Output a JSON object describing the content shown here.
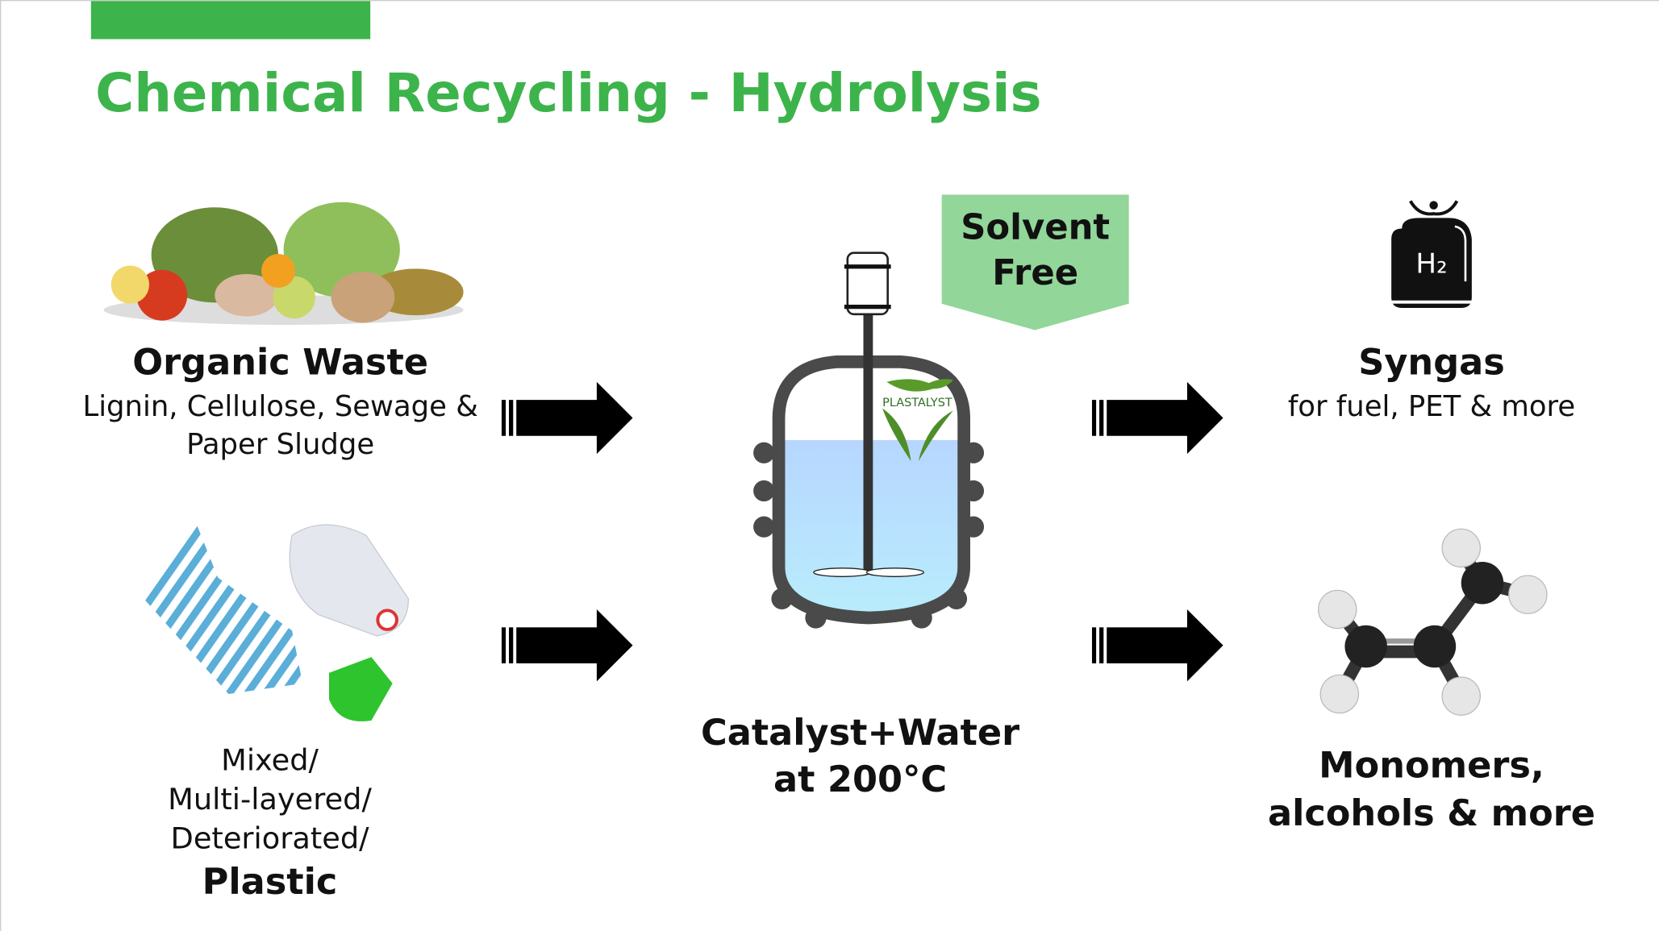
{
  "title": "Chemical Recycling - Hydrolysis",
  "colors": {
    "accent": "#3cb44b",
    "badge": "#92d69a",
    "water_top": "#b7d6ff",
    "water_bottom": "#b8effc",
    "vessel": "#4a4a4a"
  },
  "inputs": {
    "organic": {
      "title": "Organic Waste",
      "line1": "Lignin, Cellulose, Sewage &",
      "line2": "Paper Sludge"
    },
    "plastic": {
      "line1": "Mixed/",
      "line2": "Multi-layered/",
      "line3": "Deteriorated/",
      "title": "Plastic"
    }
  },
  "process": {
    "badge_line1": "Solvent",
    "badge_line2": "Free",
    "logo": "PLASTALYST",
    "line1": "Catalyst+Water",
    "line2": "at 200°C"
  },
  "outputs": {
    "syngas": {
      "icon_label": "H₂",
      "title": "Syngas",
      "subtitle": "for fuel, PET & more"
    },
    "monomers": {
      "line1": "Monomers,",
      "line2": "alcohols & more"
    }
  }
}
